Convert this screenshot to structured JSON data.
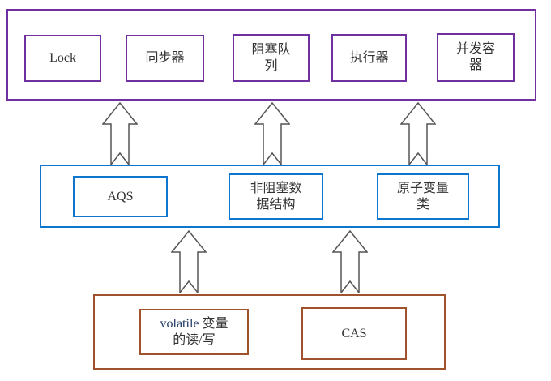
{
  "diagram": {
    "description": "Java concurrency building blocks layered architecture diagram",
    "colors": {
      "top_layer_border": "#7030A0",
      "middle_layer_border": "#0E76CC",
      "bottom_layer_border": "#A0522D",
      "arrow_outline": "#555555",
      "arrow_fill": "#FFFFFF",
      "volatile_keyword_text": "#1F3864",
      "label_text": "#333333"
    },
    "layers": {
      "top": {
        "items": [
          {
            "label": "Lock"
          },
          {
            "label": "同步器"
          },
          {
            "label": "阻塞队\n列"
          },
          {
            "label": "执行器"
          },
          {
            "label": "并发容\n器"
          }
        ]
      },
      "middle": {
        "items": [
          {
            "label": "AQS"
          },
          {
            "label": "非阻塞数\n据结构"
          },
          {
            "label": "原子变量\n类"
          }
        ]
      },
      "bottom": {
        "items": [
          {
            "label_en": "volatile",
            "label_cn": " 变量\n的读/写"
          },
          {
            "label": "CAS"
          }
        ]
      }
    },
    "arrows": {
      "direction": "up",
      "count_middle_to_top": 3,
      "count_bottom_to_middle": 2
    }
  }
}
